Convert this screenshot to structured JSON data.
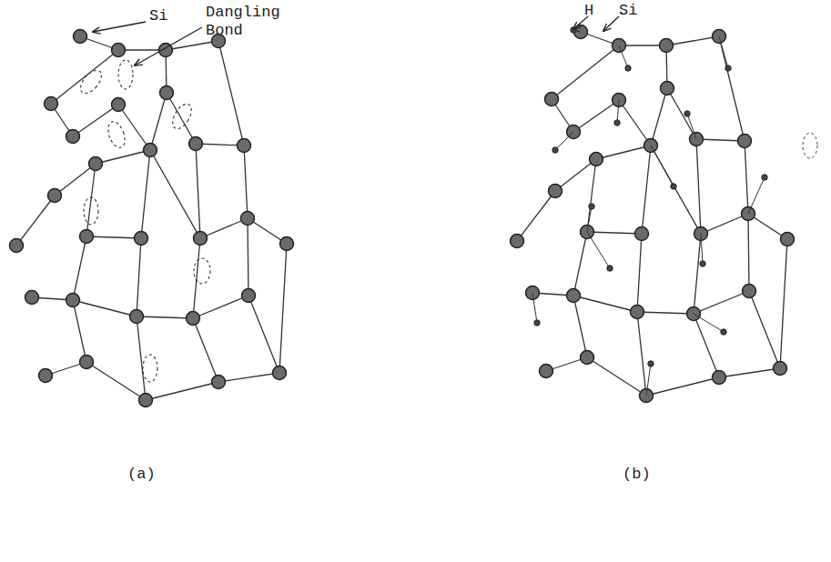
{
  "diagram": {
    "labels": [
      "Si",
      "Dangling Bond",
      "(a)",
      "H",
      "Si",
      "(b)"
    ]
  }
}
